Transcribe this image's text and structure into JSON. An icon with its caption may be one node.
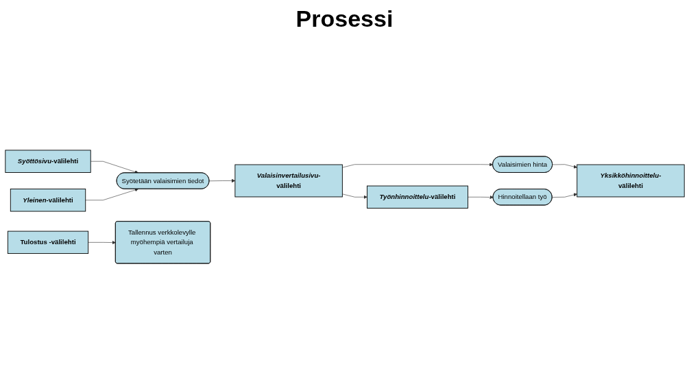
{
  "diagram": {
    "title": "Prosessi",
    "nodes": [
      {
        "text": [
          "*Syöttösivu*-välilehti"
        ]
      },
      {
        "text": [
          "Syötetään valaisimien tiedot"
        ]
      },
      {
        "text": [
          "*Yleinen*-välilehti"
        ]
      },
      {
        "text": [
          "*Valaisinvertailusivu*-välilehti"
        ]
      },
      {
        "text": [
          "Valaisimien hinta"
        ]
      },
      {
        "text": [
          "*Yksikköhinnoittelu*-välilehti"
        ]
      },
      {
        "text": [
          "*Työnhinnoittelu*-välilehti"
        ]
      },
      {
        "text": [
          "Hinnoitellaan työ"
        ]
      },
      {
        "text": [
          "Tulostus -välilehti"
        ]
      },
      {
        "text": [
          "Tallennus verkkolevylle myöhempiä vertailuja varten"
        ]
      }
    ],
    "edges": [
      {
        "from": 0,
        "to": 1,
        "arrow": "to"
      },
      {
        "from": 2,
        "to": 1,
        "arrow": "to"
      },
      {
        "from": 1,
        "to": 3,
        "arrow": "to"
      },
      {
        "from": 3,
        "to": 4,
        "arrow": "to"
      },
      {
        "from": 3,
        "to": 6,
        "arrow": "to"
      },
      {
        "from": 4,
        "to": 5,
        "arrow": "to"
      },
      {
        "from": 6,
        "to": 7,
        "arrow": "to"
      },
      {
        "from": 7,
        "to": 5,
        "arrow": "to"
      },
      {
        "from": 8,
        "to": 9,
        "arrow": "to"
      }
    ]
  }
}
